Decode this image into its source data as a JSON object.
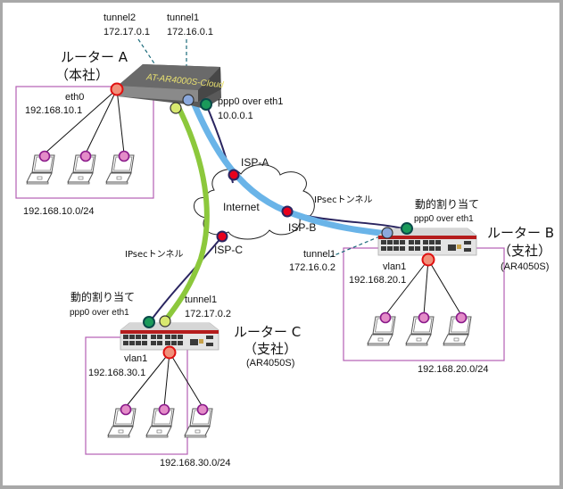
{
  "diagram": {
    "title": "IPsec network topology",
    "colors": {
      "frame": "#a8a8a8",
      "lan_box": "#b45fb4",
      "tunnel_b": "#6ab4e8",
      "tunnel_c": "#8cc83c",
      "ppp_line": "#2a2560",
      "isp_node": "#e8001c",
      "lan_node": "#f0907a",
      "pc_node": "#e48cc8",
      "ppp_node": "#1a9a5a",
      "tunnel1_node": "#8aa8dc",
      "tunnel2_node": "#d8e870",
      "cloud": "#ffffff"
    },
    "router_a": {
      "name": "ルーター A",
      "role": "（本社）",
      "device_label": "AT-AR4000S-Cloud",
      "tunnel2_name": "tunnel2",
      "tunnel2_ip": "172.17.0.1",
      "tunnel1_name": "tunnel1",
      "tunnel1_ip": "172.16.0.1",
      "wan_name": "ppp0 over eth1",
      "wan_ip": "10.0.0.1",
      "lan_if": "eth0",
      "lan_ip": "192.168.10.1",
      "lan_subnet": "192.168.10.0/24"
    },
    "router_b": {
      "name": "ルーター B",
      "role": "（支社）",
      "model": "(AR4050S)",
      "wan_assign": "動的割り当て",
      "wan_name": "ppp0 over eth1",
      "tunnel_name": "tunnel1",
      "tunnel_ip": "172.16.0.2",
      "lan_if": "vlan1",
      "lan_ip": "192.168.20.1",
      "lan_subnet": "192.168.20.0/24",
      "tunnel_label": "IPsecトンネル"
    },
    "router_c": {
      "name": "ルーター C",
      "role": "（支社）",
      "model": "(AR4050S)",
      "wan_assign": "動的割り当て",
      "wan_name": "ppp0 over eth1",
      "tunnel_name": "tunnel1",
      "tunnel_ip": "172.17.0.2",
      "lan_if": "vlan1",
      "lan_ip": "192.168.30.1",
      "lan_subnet": "192.168.30.0/24",
      "tunnel_label": "IPsecトンネル"
    },
    "internet": {
      "label": "Internet",
      "isp_a": "ISP-A",
      "isp_b": "ISP-B",
      "isp_c": "ISP-C"
    }
  }
}
